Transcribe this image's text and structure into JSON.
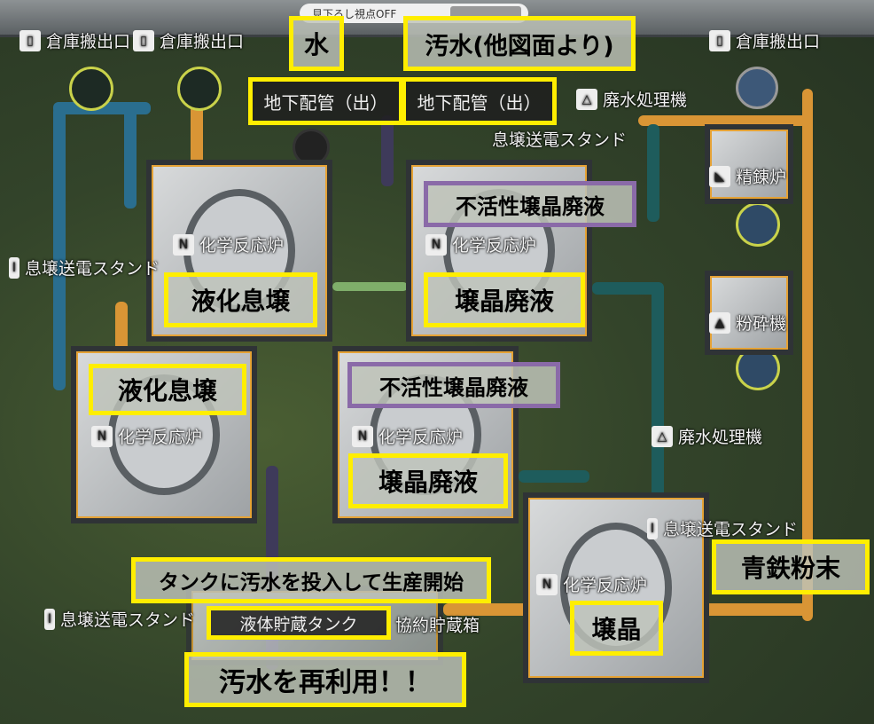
{
  "top": {
    "view_toggle": "見下ろし視点OFF"
  },
  "warehouse_outputs": [
    "倉庫搬出口",
    "倉庫搬出口",
    "倉庫搬出口"
  ],
  "annotations": {
    "water": "水",
    "sewage": "汚水(他図面より)",
    "underground_pipe_1": "地下配管（出）",
    "underground_pipe_2": "地下配管（出）",
    "inactive_waste_1": "不活性壌晶廃液",
    "inactive_waste_2": "不活性壌晶廃液",
    "crystal_waste_1": "壌晶廃液",
    "crystal_waste_2": "壌晶廃液",
    "liquefied_1": "液化息壌",
    "liquefied_2": "液化息壌",
    "iron_powder": "青鉄粉末",
    "crystal": "壌晶",
    "tank_hint": "タンクに汚水を投入して生産開始",
    "liquid_tank": "液体貯蔵タンク",
    "reuse": "汚水を再利用！！"
  },
  "labels": {
    "wastewater_1": "廃水処理機",
    "wastewater_2": "廃水処理機",
    "power_stand_1": "息壌送電スタンド",
    "power_stand_2": "息壌送電スタンド",
    "power_stand_3": "息壌送電スタンド",
    "power_stand_4": "息壌送電スタンド",
    "refinery": "精錬炉",
    "crusher": "粉砕機",
    "reactors": [
      "化学反応炉",
      "化学反応炉",
      "化学反応炉",
      "化学反応炉",
      "化学反応炉"
    ],
    "storage_box": "協約貯蔵箱"
  }
}
